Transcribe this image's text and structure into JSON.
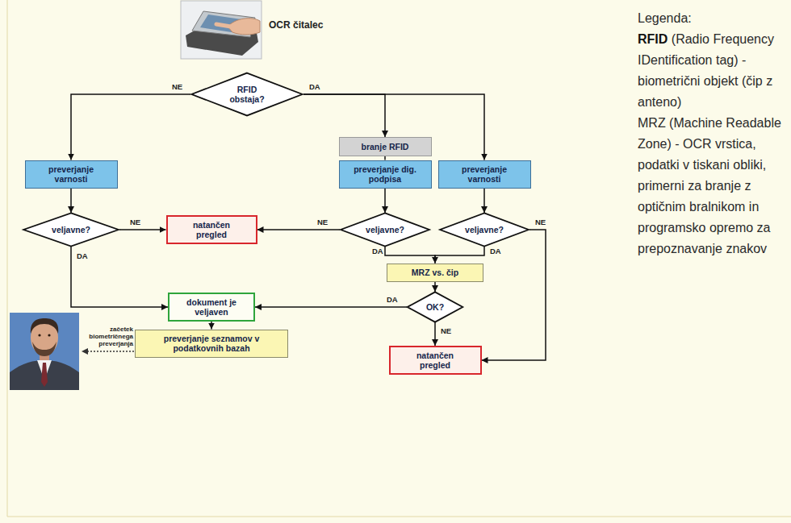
{
  "diagram": {
    "nodes": [
      {
        "text": [
          "RFID obstaja?"
        ]
      },
      {
        "text": [
          "branje RFID"
        ]
      },
      {
        "text": [
          "preverjanje varnosti"
        ]
      },
      {
        "text": [
          "preverjanje dig. podpisa"
        ]
      },
      {
        "text": [
          "preverjanje varnosti"
        ]
      },
      {
        "text": [
          "veljavne?"
        ]
      },
      {
        "text": [
          "natančen pregled"
        ]
      },
      {
        "text": [
          "veljavne?"
        ]
      },
      {
        "text": [
          "veljavne?"
        ]
      },
      {
        "text": [
          "MRZ vs. čip"
        ]
      },
      {
        "text": [
          "dokument je veljaven"
        ]
      },
      {
        "text": [
          "OK?"
        ]
      },
      {
        "text": [
          "preverjanje seznamov v podatkovnih bazah"
        ]
      },
      {
        "text": [
          "natančen pregled"
        ]
      }
    ],
    "edges": [
      {
        "from": 0,
        "to": 2,
        "arrow": "to",
        "label": "NE"
      },
      {
        "from": 0,
        "to": 1,
        "arrow": "to",
        "label": "DA"
      },
      {
        "from": 0,
        "to": 4,
        "arrow": "to"
      },
      {
        "from": 1,
        "to": 3,
        "arrow": "none"
      },
      {
        "from": 2,
        "to": 5,
        "arrow": "to"
      },
      {
        "from": 3,
        "to": 7,
        "arrow": "to"
      },
      {
        "from": 4,
        "to": 8,
        "arrow": "to"
      },
      {
        "from": 5,
        "to": 6,
        "arrow": "to",
        "label": "NE"
      },
      {
        "from": 7,
        "to": 6,
        "arrow": "to",
        "label": "NE"
      },
      {
        "from": 5,
        "to": 10,
        "arrow": "to",
        "label": "DA"
      },
      {
        "from": 7,
        "to": 9,
        "arrow": "to",
        "label": "DA"
      },
      {
        "from": 8,
        "to": 9,
        "arrow": "to",
        "label": "DA"
      },
      {
        "from": 8,
        "to": 13,
        "arrow": "to",
        "label": "NE"
      },
      {
        "from": 9,
        "to": 11,
        "arrow": "to"
      },
      {
        "from": 11,
        "to": 10,
        "arrow": "to",
        "label": "DA"
      },
      {
        "from": 11,
        "to": 13,
        "arrow": "to",
        "label": "NE"
      },
      {
        "from": 10,
        "to": 12,
        "arrow": "to"
      }
    ],
    "labels": [
      "OCR čitalec",
      "začetek biometričnega preverjanja",
      "Legenda:",
      "RFID",
      "(Radio Frequency IDentification tag) - biometrični objekt (čip z anteno)",
      "MRZ (Machine Readable Zone) - OCR vrstica, podatki v tiskani obliki, primerni za branje z optičnim bralnikom in programsko opremo za prepoznavanje znakov"
    ]
  }
}
